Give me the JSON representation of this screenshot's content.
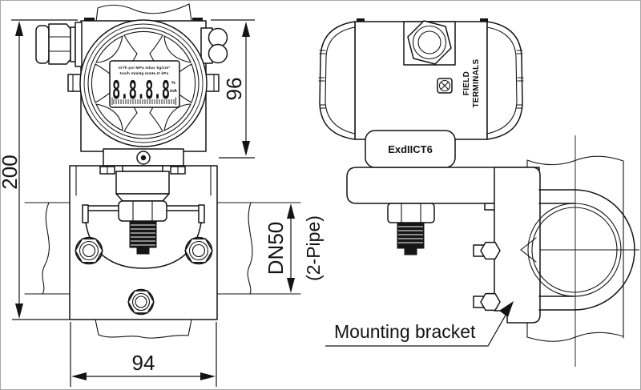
{
  "drawing": {
    "background": "#ffffff",
    "line_color": "#141414"
  },
  "front_view": {
    "dim_height_overall": "200",
    "dim_head_height": "96",
    "dim_width": "94",
    "dim_pipe": "DN50",
    "dim_pipe_note": "(2-Pipe)",
    "lcd": {
      "units_line1": "m³/h psi MPa mbar kg/cm²",
      "units_line2": "ton/h mmHg mmH₂O kPa",
      "digits": "8.8.8.8",
      "percent": "%",
      "milliamp": "mA"
    }
  },
  "side_view": {
    "ex_label": "ExdIICT6",
    "terminal_label_line1": "FIELD",
    "terminal_label_line2": "TERMINALS",
    "bracket_label": "Mounting bracket"
  }
}
